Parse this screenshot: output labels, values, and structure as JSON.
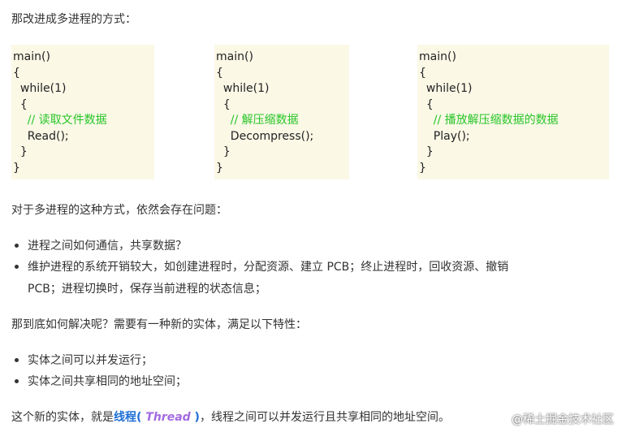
{
  "intro": "那改进成多进程的方式：",
  "code_blocks": [
    {
      "lines": [
        "main()",
        "{",
        "  while(1)",
        "  {"
      ],
      "comment": "    // 读取文件数据",
      "call": "    Read();",
      "close_inner": "  }",
      "close_outer": "}"
    },
    {
      "lines": [
        "main()",
        "{",
        "  while(1)",
        "  {"
      ],
      "comment": "    // 解压缩数据",
      "call": "    Decompress();",
      "close_inner": "  }",
      "close_outer": "}"
    },
    {
      "lines": [
        "main()",
        "{",
        "  while(1)",
        "  {"
      ],
      "comment": "    // 播放解压缩数据的数据",
      "call": "    Play();",
      "close_inner": "  }",
      "close_outer": "}"
    }
  ],
  "question_intro": "对于多进程的这种方式，依然会存在问题：",
  "problems": [
    "进程之间如何通信，共享数据？",
    "维护进程的系统开销较大，如创建进程时，分配资源、建立 PCB；终止进程时，回收资源、撤销",
    "PCB；进程切换时，保存当前进程的状态信息；"
  ],
  "solution_intro": "那到底如何解决呢？需要有一种新的实体，满足以下特性：",
  "features": [
    "实体之间可以并发运行；",
    "实体之间共享相同的地址空间；"
  ],
  "conclusion": {
    "before": "这个新的实体，就是",
    "term": "线程",
    "paren_open": "(",
    "thread": " Thread ",
    "paren_close": ")",
    "after": "，线程之间可以并发运行且共享相同的地址空间。"
  },
  "watermark": "@稀土掘金技术社区"
}
